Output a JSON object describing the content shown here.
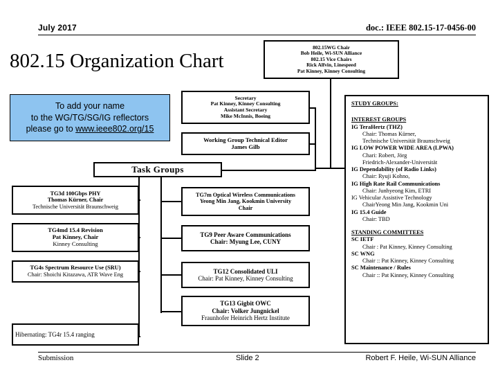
{
  "header": {
    "left": "July 2017",
    "right": "doc.: IEEE 802.15-17-0456-00"
  },
  "footer": {
    "left": "Submission",
    "center": "Slide 2",
    "right": "Robert F. Heile, Wi-SUN Alliance"
  },
  "title": "802.15 Organization Chart",
  "colors": {
    "note_box_fill": "#8ec4f0",
    "line": "#000000",
    "background": "#ffffff"
  },
  "chair_box": {
    "lines": [
      "802.15WG Chair",
      "Bob Heile, Wi-SUN Alliance",
      "802.15 Vice Chairs",
      "Rick Alfvin, Linespeed",
      "Pat Kinney, Kinney Consulting"
    ]
  },
  "note_box": {
    "line1": "To add your name",
    "line2": "to the WG/TG/SG/IG reflectors",
    "line3_prefix": "please go to ",
    "link": "www.ieee802.org/15"
  },
  "secretary_box": {
    "lines": [
      "Secretary",
      "Pat Kinney, Kinney Consulting",
      "Assistant Secretary",
      "Mike McInnis, Boeing"
    ]
  },
  "editor_box": {
    "lines": [
      "Working Group Technical Editor",
      "James Gilb"
    ]
  },
  "task_groups_header": "Task Groups",
  "task_groups_left": [
    {
      "name": "tg3d",
      "lines": [
        "TG3d 100Gbps PHY",
        "Thomas Kürner, Chair",
        "Technische Universität Braunschweig"
      ]
    },
    {
      "name": "tg4md",
      "lines": [
        "TG4md 15.4 Revision",
        "Pat Kinney, Chair",
        "Kinney Consulting"
      ]
    },
    {
      "name": "tg4s",
      "lines": [
        "TG4s Spectrum Resource Use (SRU)",
        "Chair: Shoichi Kitazawa, ATR Wave Eng"
      ]
    },
    {
      "name": "hibernating",
      "lines": [
        "Hibernating: TG4r 15.4 ranging"
      ]
    }
  ],
  "task_groups_right": [
    {
      "name": "tg7m",
      "lines": [
        "TG7m Optical Wireless Communications",
        "Yeong Min Jang, Kookmin University",
        "Chair"
      ]
    },
    {
      "name": "tg9",
      "lines": [
        "TG9 Peer Aware Communications",
        "Chair: Myung Lee, CUNY"
      ]
    },
    {
      "name": "tg12",
      "lines": [
        "TG12 Consolidated  ULI",
        "Chair: Pat Kinney, Kinney Consulting"
      ]
    },
    {
      "name": "tg13",
      "lines": [
        "TG13 Gigbit OWC",
        "Chair: Volker Jungnickel",
        "Fraunhofer Heinrich Hertz Institute"
      ]
    }
  ],
  "right_panel": {
    "study_groups_heading": "STUDY GROUPS:",
    "interest_groups_heading": "INTEREST GROUPS",
    "interest_groups": [
      {
        "title": "IG TeraHertz (THZ)",
        "bold": true,
        "subs": [
          "Chair:  Thomas Kürner,",
          "Technische Universität Braunschweig"
        ]
      },
      {
        "title": "IG LOW POWER WIDE AREA (LPWA)",
        "bold": true,
        "subs": [
          "Chari: Robert, Jörg",
          "Friedrich-Alexander-Universität"
        ]
      },
      {
        "title": "IG Dependability (of Radio Links)",
        "bold": true,
        "subs": [
          "Chair: Ryuji Kohno,"
        ]
      },
      {
        "title": "IG High Rate Rail Communications",
        "bold": true,
        "subs": [
          "Chair: Junhyeong Kim, ETRI"
        ]
      },
      {
        "title": "IG Vehicular Assistive Technology",
        "bold": false,
        "subs": [
          "ChairYeong Min Jang, Kookmin Uni"
        ]
      },
      {
        "title": "IG 15.4 Guide",
        "bold": true,
        "subs": [
          "Chair: TBD"
        ]
      }
    ],
    "standing_committees_heading": "STANDING COMMITTEES",
    "standing_committees": [
      {
        "title": "SC IETF",
        "subs": [
          "Chair : Pat Kinney, Kinney Consulting"
        ]
      },
      {
        "title": "SC WNG",
        "subs": [
          "Chair ::  Pat Kinney, Kinney Consulting"
        ]
      },
      {
        "title": "SC Maintenance / Rules",
        "subs": [
          "Chair ::  Pat Kinney, Kinney Consulting"
        ]
      }
    ]
  }
}
